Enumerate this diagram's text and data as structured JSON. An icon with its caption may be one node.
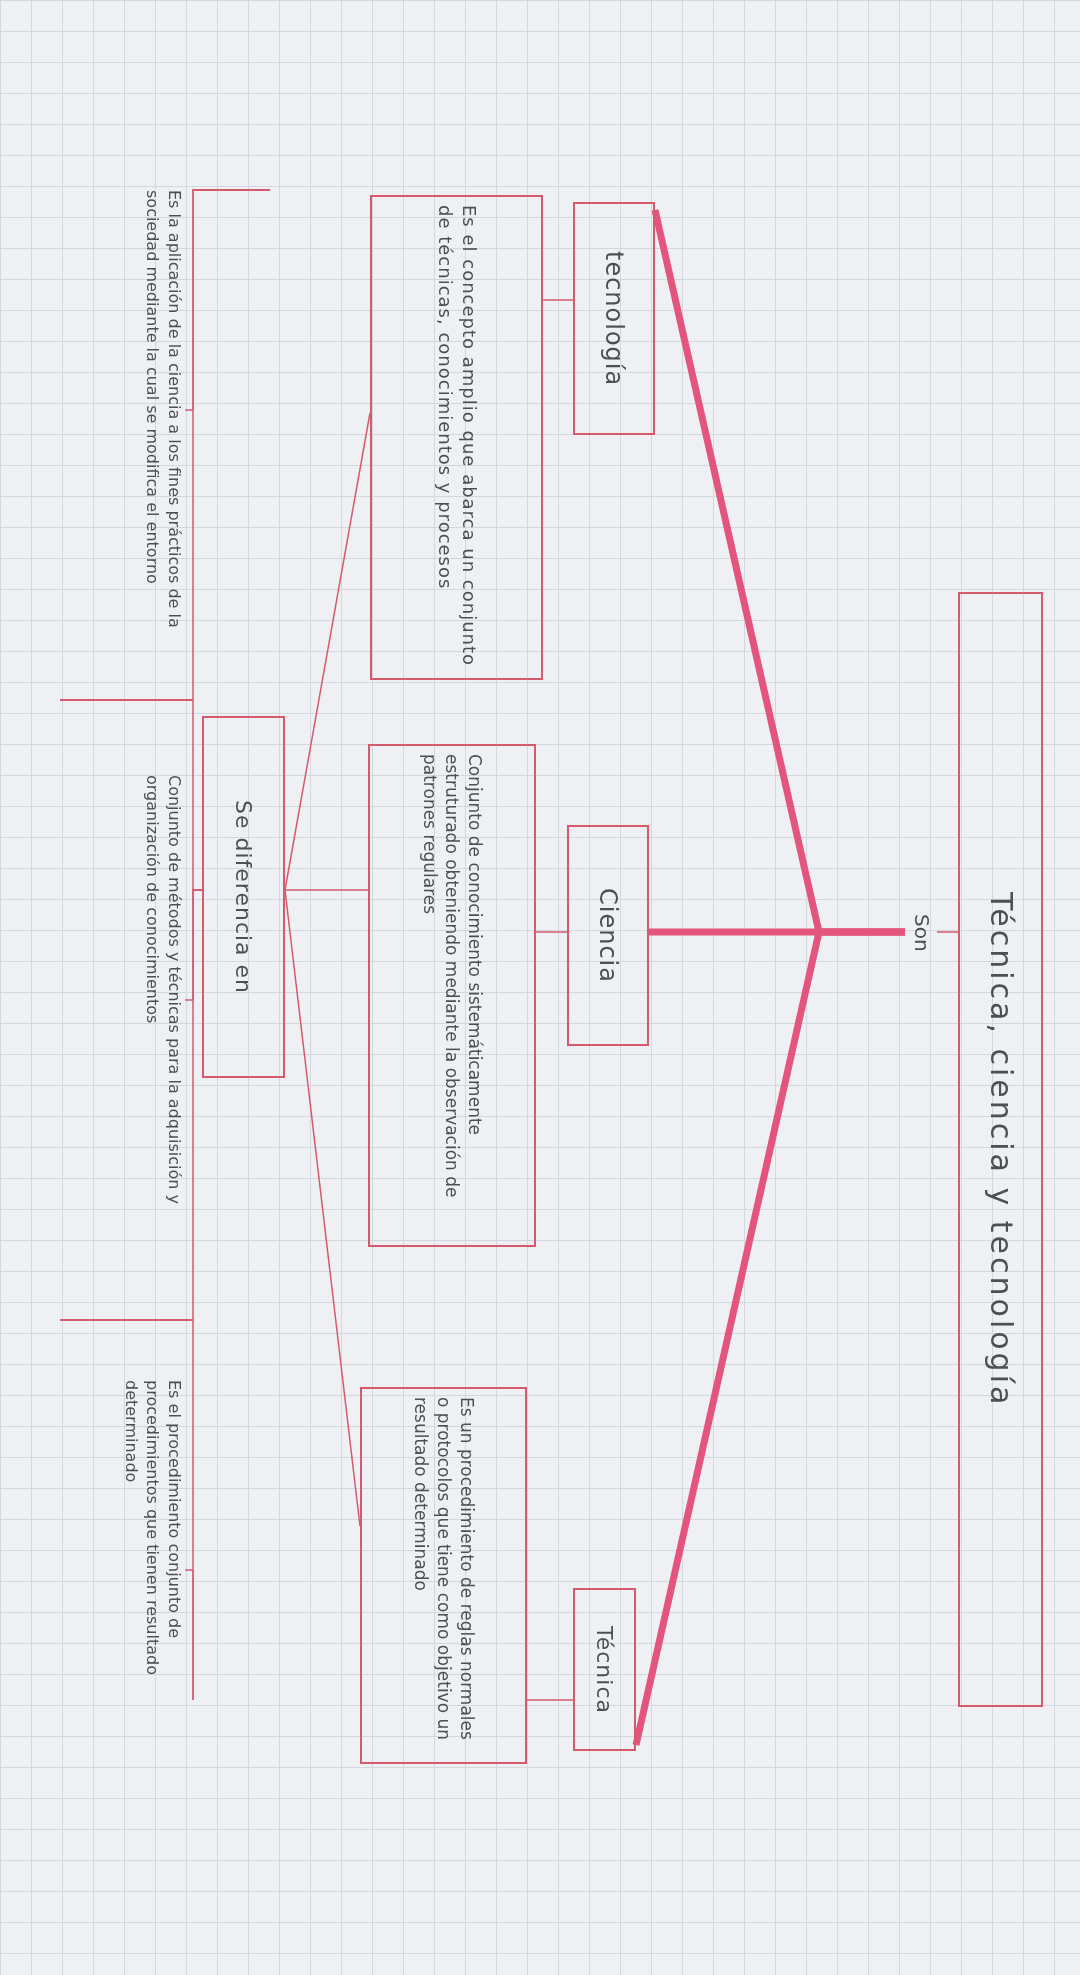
{
  "diagram": {
    "nodes": [
      {
        "text": [
          "Técnica, ciencia y tecnología"
        ]
      },
      {
        "text": [
          "Son"
        ]
      },
      {
        "text": [
          "tecnología"
        ]
      },
      {
        "text": [
          "Ciencia"
        ]
      },
      {
        "text": [
          "Técnica"
        ]
      },
      {
        "text": [
          "Es el concepto amplio que abarca un conjunto de técnicas, conocimientos y procesos"
        ]
      },
      {
        "text": [
          "Conjunto de conocimiento sistemáticamente estruturado obteniendo mediante la observación de patrones regulares"
        ]
      },
      {
        "text": [
          "Es un procedimiento de reglas normales o protocolos que tiene como objetivo un resultado determinado"
        ]
      },
      {
        "text": [
          "Se diferencia en"
        ]
      },
      {
        "text": [
          "Es la aplicación de la ciencia a los fines prácticos de la sociedad mediante la cual se modifica el entorno"
        ]
      },
      {
        "text": [
          "Conjunto de métodos y técnicas para la adquisición y organización de conocimientos"
        ]
      },
      {
        "text": [
          "Es el procedimiento conjunto de procedimientos que tienen resultado determinado"
        ]
      }
    ],
    "edges": [
      {
        "from": 0,
        "to": 1,
        "arrow": "none"
      },
      {
        "from": 1,
        "to": 2,
        "arrow": "none",
        "style": "thick"
      },
      {
        "from": 1,
        "to": 3,
        "arrow": "none",
        "style": "thick"
      },
      {
        "from": 1,
        "to": 4,
        "arrow": "none",
        "style": "thick"
      },
      {
        "from": 2,
        "to": 5,
        "arrow": "none"
      },
      {
        "from": 3,
        "to": 6,
        "arrow": "none"
      },
      {
        "from": 4,
        "to": 7,
        "arrow": "none"
      },
      {
        "from": 5,
        "to": 8,
        "arrow": "none"
      },
      {
        "from": 6,
        "to": 8,
        "arrow": "none"
      },
      {
        "from": 7,
        "to": 8,
        "arrow": "none"
      },
      {
        "from": 8,
        "to": 9,
        "arrow": "none"
      },
      {
        "from": 8,
        "to": 10,
        "arrow": "none"
      },
      {
        "from": 8,
        "to": 11,
        "arrow": "none"
      }
    ]
  }
}
